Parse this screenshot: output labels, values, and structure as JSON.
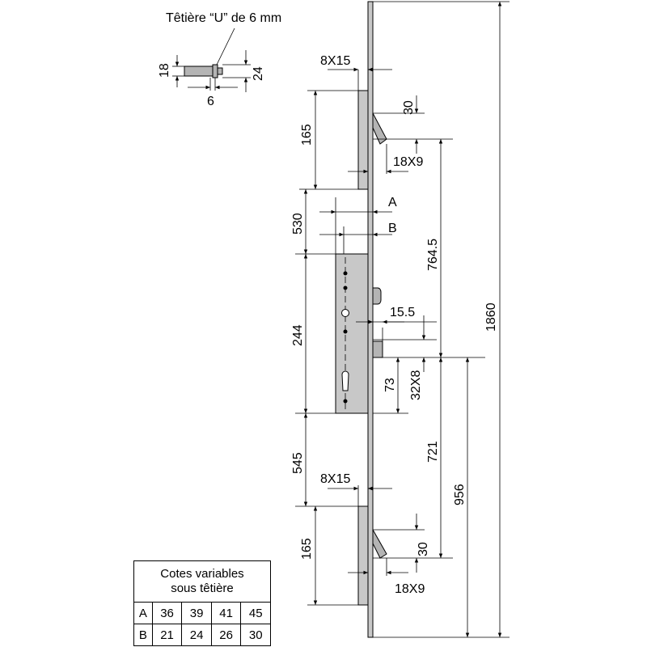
{
  "tetiere_label": "Têtière “U” de 6 mm",
  "dims": {
    "d18": "18",
    "d24": "24",
    "d6": "6",
    "d8x15_top": "8X15",
    "d30_top": "30",
    "d165_top": "165",
    "d18x9_top": "18X9",
    "d530": "530",
    "label_a": "A",
    "label_b": "B",
    "d764": "764.5",
    "d1860": "1860",
    "d244": "244",
    "d15_5": "15.5",
    "d73": "73",
    "d32x8": "32X8",
    "d545": "545",
    "d721": "721",
    "d956": "956",
    "d8x15_bot": "8X15",
    "d165_bot": "165",
    "d30_bot": "30",
    "d18x9_bot": "18X9"
  },
  "table": {
    "title_line1": "Cotes variables",
    "title_line2": "sous têtière",
    "rows": [
      {
        "label": "A",
        "values": [
          "36",
          "39",
          "41",
          "45"
        ]
      },
      {
        "label": "B",
        "values": [
          "21",
          "24",
          "26",
          "30"
        ]
      }
    ]
  }
}
